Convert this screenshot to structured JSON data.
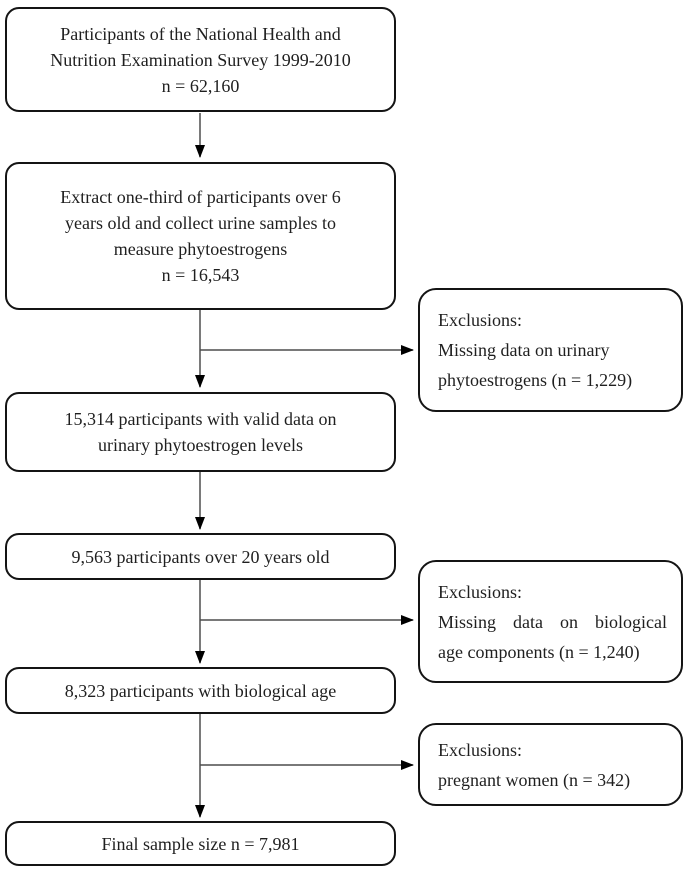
{
  "colors": {
    "background": "#ffffff",
    "box_border": "#141414",
    "text": "#1f1f1f",
    "connector_line": "#4d4d4d",
    "arrowhead": "#000000"
  },
  "boxes": {
    "b1": {
      "lines": [
        "Participants of the National Health and",
        "Nutrition Examination Survey 1999-2010",
        "n = 62,160"
      ]
    },
    "b2": {
      "lines": [
        "Extract one-third of participants over 6",
        "years old and collect urine samples to",
        "measure phytoestrogens",
        "n = 16,543"
      ]
    },
    "b3": {
      "lines": [
        "15,314 participants with valid data on",
        "urinary phytoestrogen levels"
      ]
    },
    "b4": {
      "lines": [
        "9,563 participants over 20 years old"
      ]
    },
    "b5": {
      "lines": [
        "8,323 participants with biological age"
      ]
    },
    "b6": {
      "lines": [
        "Final sample size n = 7,981"
      ]
    }
  },
  "exclusions": {
    "e1": {
      "lines": [
        "Exclusions:",
        "Missing data on urinary",
        "phytoestrogens (n = 1,229)"
      ]
    },
    "e2": {
      "lines": [
        "Exclusions:",
        "Missing data on biological",
        "age components (n = 1,240)"
      ]
    },
    "e3": {
      "lines": [
        "Exclusions:",
        "pregnant women (n = 342)"
      ]
    }
  }
}
